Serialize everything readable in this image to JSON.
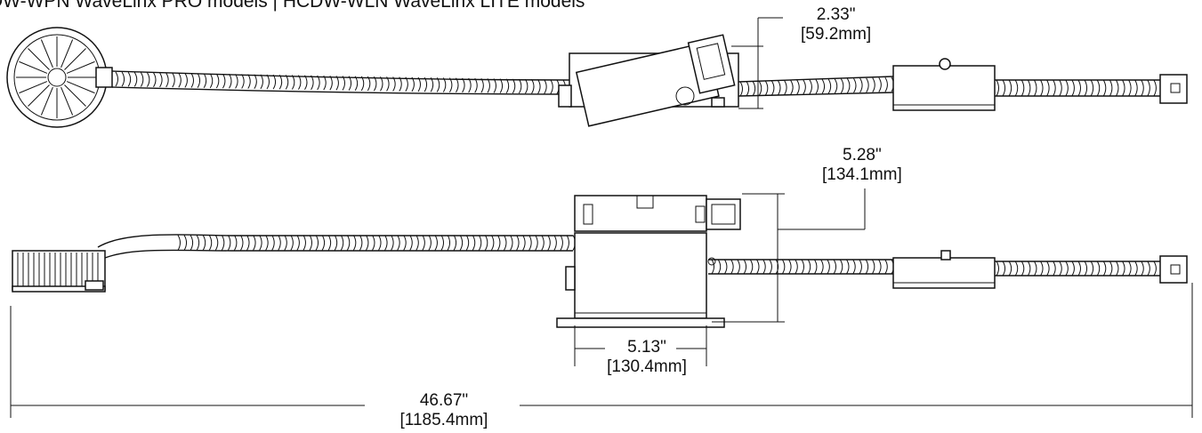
{
  "header": {
    "title": "DW-WPN WaveLinx PRO models | HCDW-WLN WaveLinx LITE models"
  },
  "dimensions": {
    "top_height": {
      "in": "2.33\"",
      "mm": "[59.2mm]"
    },
    "side_height": {
      "in": "5.28\"",
      "mm": "[134.1mm]"
    },
    "box_width": {
      "in": "5.13\"",
      "mm": "[130.4mm]"
    },
    "overall_length": {
      "in": "46.67\"",
      "mm": "[1185.4mm]"
    }
  }
}
